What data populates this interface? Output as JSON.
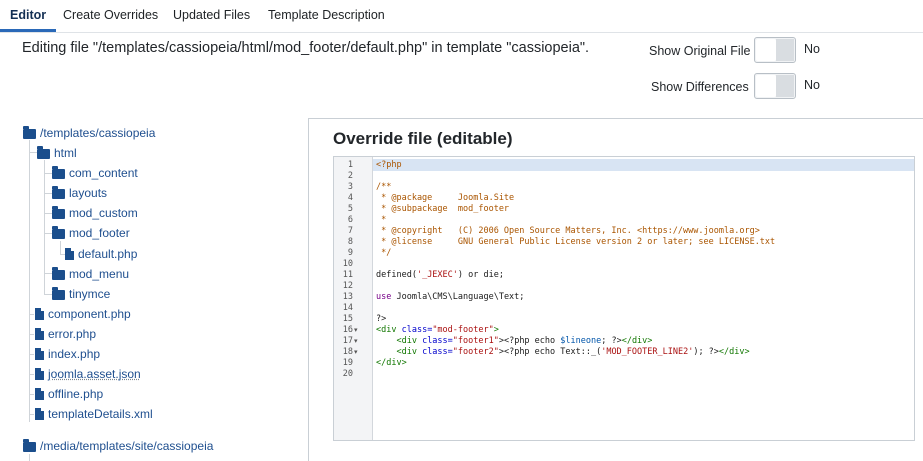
{
  "tabs": [
    "Editor",
    "Create Overrides",
    "Updated Files",
    "Template Description"
  ],
  "editing_message": "Editing file \"/templates/cassiopeia/html/mod_footer/default.php\" in template \"cassiopeia\".",
  "toggles": [
    {
      "label": "Show Original File",
      "value": "No"
    },
    {
      "label": "Show Differences",
      "value": "No"
    }
  ],
  "tree": {
    "root": "/templates/cassiopeia",
    "html": "html",
    "html_children": [
      "com_content",
      "layouts",
      "mod_custom",
      "mod_footer",
      "mod_menu",
      "tinymce"
    ],
    "mod_footer_file": "default.php",
    "files": [
      "component.php",
      "error.php",
      "index.php",
      "joomla.asset.json",
      "offline.php",
      "templateDetails.xml"
    ],
    "media_root": "/media/templates/site/cassiopeia"
  },
  "editor": {
    "title": "Override file (editable)",
    "line_numbers": [
      "1",
      "2",
      "3",
      "4",
      "5",
      "6",
      "7",
      "8",
      "9",
      "10",
      "11",
      "12",
      "13",
      "14",
      "15",
      "16",
      "17",
      "18",
      "19",
      "20"
    ],
    "fold_markers": [
      "▾",
      "▾",
      "▾"
    ],
    "lines": {
      "l1": "<?php",
      "l3": "/**",
      "l4": " * @package     Joomla.Site",
      "l5": " * @subpackage  mod_footer",
      "l6": " *",
      "l7": " * @copyright   (C) 2006 Open Source Matters, Inc. <https://www.joomla.org>",
      "l8": " * @license     GNU General Public License version 2 or later; see LICENSE.txt",
      "l9": " */",
      "l11a": "defined(",
      "l11b": "'_JEXEC'",
      "l11c": ") or die;",
      "l13a": "use",
      "l13b": " Joomla\\CMS\\Language\\Text;",
      "l15": "?>",
      "l16a": "<div",
      "l16b": " class=",
      "l16c": "\"mod-footer\"",
      "l16d": ">",
      "l17a": "    <div",
      "l17b": " class=",
      "l17c": "\"footer1\"",
      "l17d": "><?php echo ",
      "l17e": "$lineone",
      "l17f": "; ?>",
      "l17g": "</div>",
      "l18a": "    <div",
      "l18b": " class=",
      "l18c": "\"footer2\"",
      "l18d": "><?php echo Text::_(",
      "l18e": "'MOD_FOOTER_LINE2'",
      "l18f": "); ?>",
      "l18g": "</div>",
      "l19": "</div>"
    }
  },
  "colors": {
    "accent": "#2a69b8",
    "folder": "#1b4e8c",
    "comment": "#aa5500",
    "tag": "#117700",
    "string": "#aa1111"
  }
}
